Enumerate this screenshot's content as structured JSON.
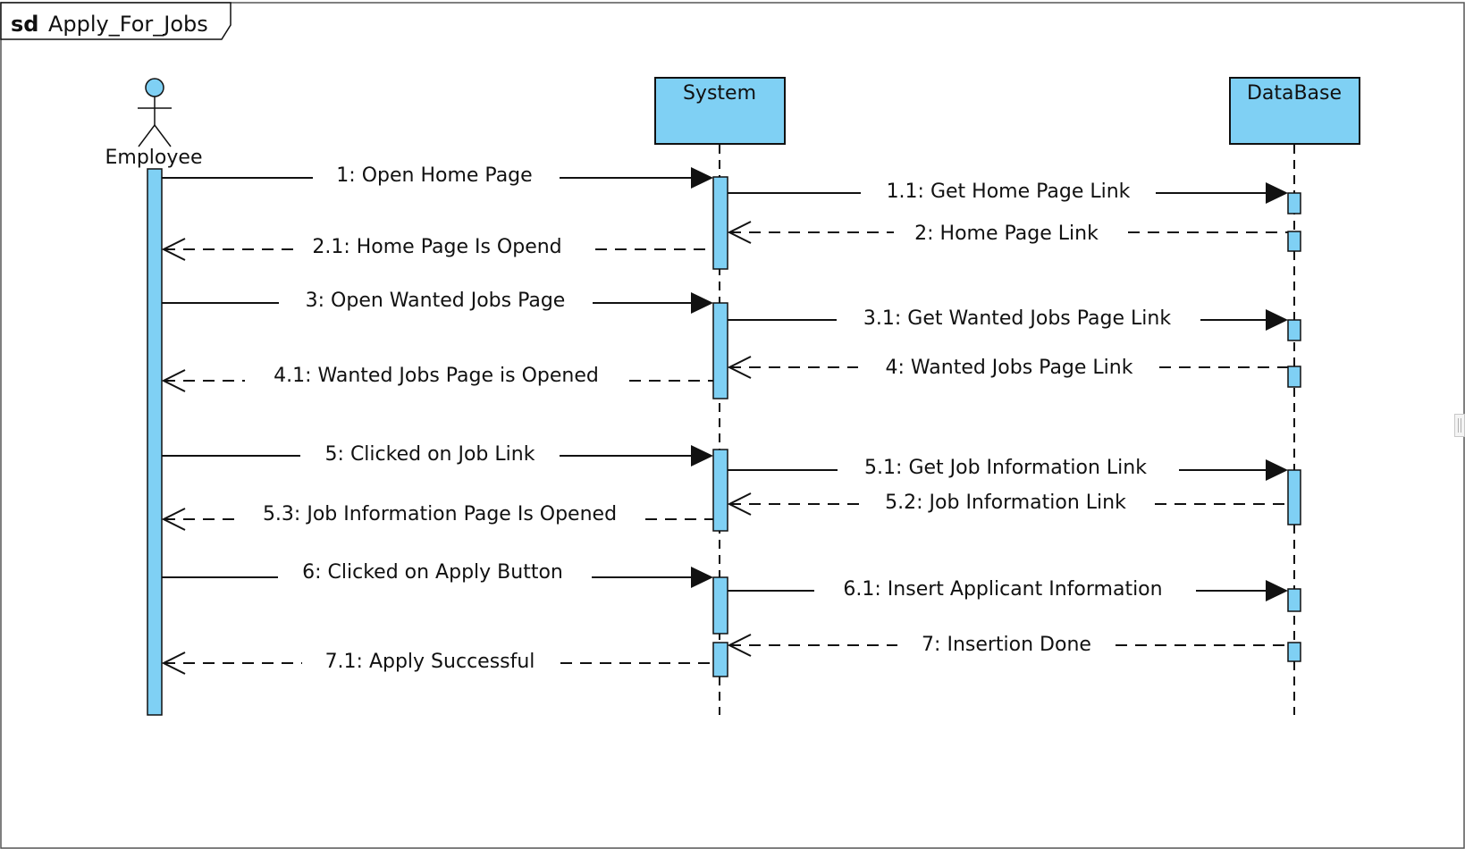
{
  "diagram": {
    "frame_keyword": "sd",
    "frame_name": "Apply_For_Jobs",
    "colors": {
      "fill": "#7fd0f4",
      "stroke": "#111111"
    }
  },
  "lifelines": {
    "employee": "Employee",
    "system": "System",
    "database": "DataBase"
  },
  "messages": [
    {
      "id": "m1",
      "label": "1: Open Home Page",
      "kind": "sync",
      "from": "Employee",
      "to": "System"
    },
    {
      "id": "m11",
      "label": "1.1: Get Home Page Link",
      "kind": "sync",
      "from": "System",
      "to": "DataBase"
    },
    {
      "id": "m2",
      "label": "2: Home Page Link",
      "kind": "reply",
      "from": "DataBase",
      "to": "System"
    },
    {
      "id": "m21",
      "label": "2.1: Home Page Is Opend",
      "kind": "reply",
      "from": "System",
      "to": "Employee"
    },
    {
      "id": "m3",
      "label": "3: Open Wanted Jobs Page",
      "kind": "sync",
      "from": "Employee",
      "to": "System"
    },
    {
      "id": "m31",
      "label": "3.1: Get Wanted Jobs Page Link",
      "kind": "sync",
      "from": "System",
      "to": "DataBase"
    },
    {
      "id": "m4",
      "label": "4: Wanted Jobs Page Link",
      "kind": "reply",
      "from": "DataBase",
      "to": "System"
    },
    {
      "id": "m41",
      "label": "4.1: Wanted Jobs Page is Opened",
      "kind": "reply",
      "from": "System",
      "to": "Employee"
    },
    {
      "id": "m5",
      "label": "5: Clicked on Job Link",
      "kind": "sync",
      "from": "Employee",
      "to": "System"
    },
    {
      "id": "m51",
      "label": "5.1: Get Job Information Link",
      "kind": "sync",
      "from": "System",
      "to": "DataBase"
    },
    {
      "id": "m52",
      "label": "5.2: Job Information Link",
      "kind": "reply",
      "from": "DataBase",
      "to": "System"
    },
    {
      "id": "m53",
      "label": "5.3: Job Information Page Is Opened",
      "kind": "reply",
      "from": "System",
      "to": "Employee"
    },
    {
      "id": "m6",
      "label": "6: Clicked on Apply Button",
      "kind": "sync",
      "from": "Employee",
      "to": "System"
    },
    {
      "id": "m61",
      "label": "6.1: Insert Applicant Information",
      "kind": "sync",
      "from": "System",
      "to": "DataBase"
    },
    {
      "id": "m7",
      "label": "7: Insertion Done",
      "kind": "reply",
      "from": "DataBase",
      "to": "System"
    },
    {
      "id": "m71",
      "label": "7.1: Apply Successful",
      "kind": "reply",
      "from": "System",
      "to": "Employee"
    }
  ]
}
